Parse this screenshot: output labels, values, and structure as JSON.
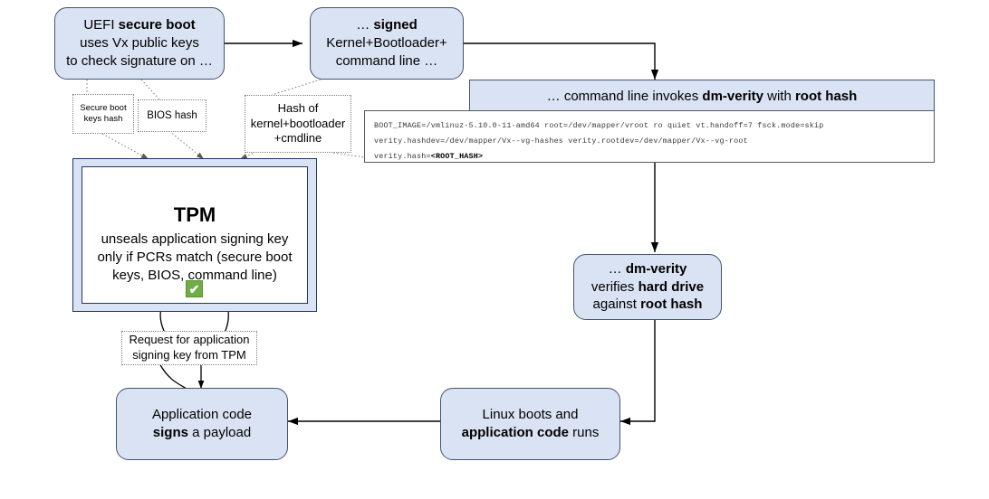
{
  "diagram": {
    "title": "Secure boot / TPM / dm-verity trust chain",
    "colors": {
      "box_fill": "#dae3f3",
      "box_border": "#44546a",
      "tpm_border": "#1f3864",
      "callout_border": "#808080",
      "check_green": "#70ad47",
      "code_border": "#595959",
      "code_text": "#3a3a3a"
    },
    "nodes": {
      "uefi": {
        "lines": [
          {
            "pre": "UEFI ",
            "bold": "secure boot",
            "post": ""
          },
          {
            "pre": "uses Vx public keys",
            "bold": "",
            "post": ""
          },
          {
            "pre": "to check signature on …",
            "bold": "",
            "post": ""
          }
        ]
      },
      "signed": {
        "lines": [
          {
            "pre": "… ",
            "bold": "signed",
            "post": ""
          },
          {
            "pre": "Kernel+Bootloader+",
            "bold": "",
            "post": ""
          },
          {
            "pre": "command line …",
            "bold": "",
            "post": ""
          }
        ]
      },
      "banner": {
        "pre": "… command line invokes ",
        "bold1": "dm-verity",
        "mid": " with ",
        "bold2": "root hash"
      },
      "dmverity": {
        "lines": [
          {
            "pre": "… ",
            "bold": "dm-verity",
            "post": ""
          },
          {
            "pre": "verifies ",
            "bold": "hard drive",
            "post": ""
          },
          {
            "pre": "against ",
            "bold": "root hash",
            "post": ""
          }
        ]
      },
      "linux_boots": {
        "lines": [
          {
            "pre": "Linux boots and",
            "bold": "",
            "post": ""
          },
          {
            "pre": "",
            "bold": "application code",
            "post": " runs"
          }
        ]
      },
      "app_signs": {
        "lines": [
          {
            "pre": "Application code",
            "bold": "",
            "post": ""
          },
          {
            "pre": "",
            "bold": "signs",
            "post": " a payload"
          }
        ]
      },
      "tpm": {
        "title": "TPM",
        "body_lines": [
          "unseals application signing key",
          "only if PCRs match (secure boot",
          "keys, BIOS, command line)"
        ],
        "check_glyph": "✔"
      }
    },
    "callouts": {
      "secure_boot_keys_hash": {
        "lines": [
          "Secure boot",
          "keys hash"
        ]
      },
      "bios_hash": {
        "lines": [
          "BIOS hash"
        ]
      },
      "kernel_hash": {
        "lines": [
          "Hash of",
          "kernel+bootloader",
          "+cmdline"
        ]
      },
      "request_key": {
        "lines": [
          "Request for application",
          "signing key from TPM"
        ]
      }
    },
    "code": {
      "lines": [
        "BOOT_IMAGE=/vmlinuz-5.10.0-11-amd64 root=/dev/mapper/vroot ro quiet vt.handoff=7 fsck.mode=skip",
        "verity.hashdev=/dev/mapper/Vx--vg-hashes verity.rootdev=/dev/mapper/Vx--vg-root",
        "verity.hash="
      ],
      "root_hash_token": "<ROOT_HASH>"
    }
  }
}
